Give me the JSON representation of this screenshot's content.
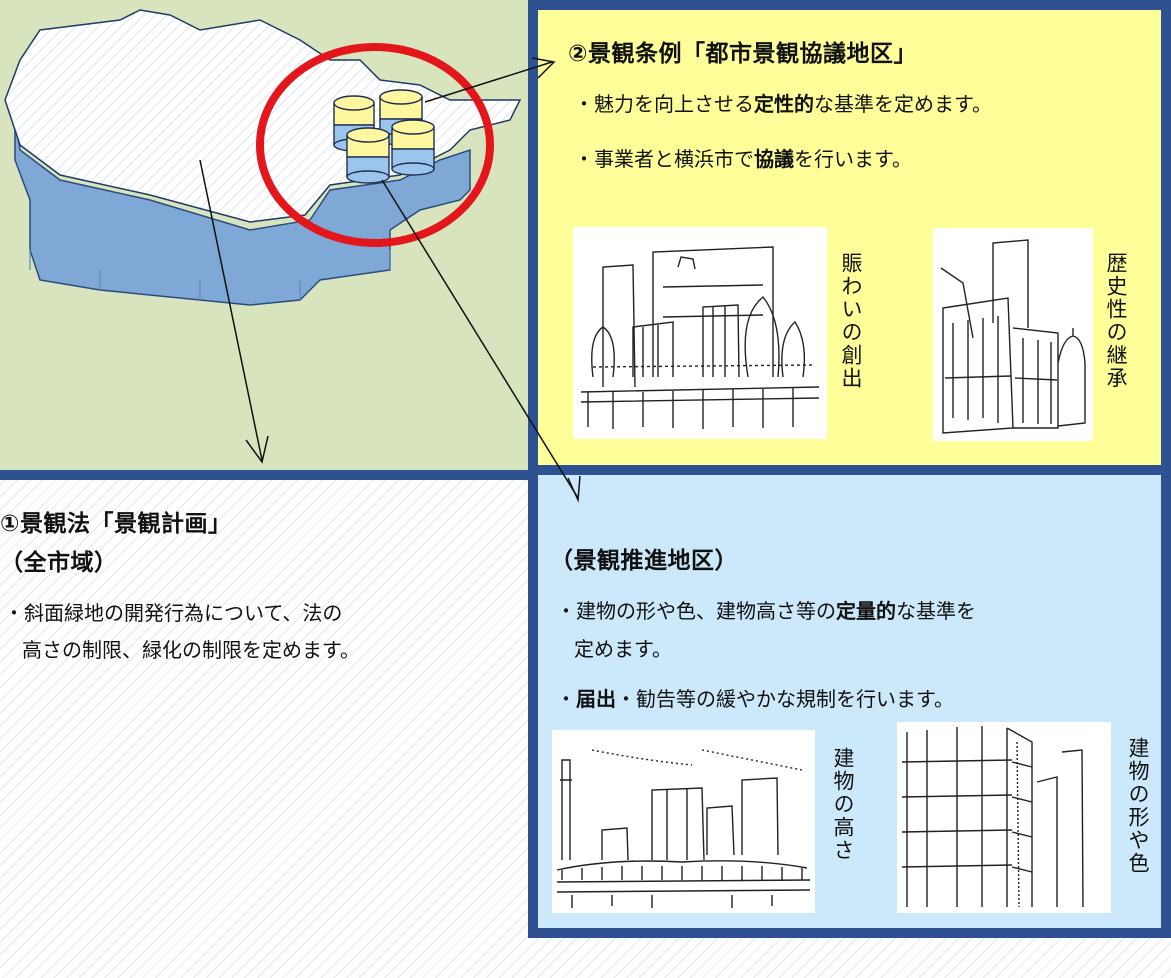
{
  "landscape_ordinance": {
    "title": "②景観条例「都市景観協議地区」",
    "bullet1": {
      "prefix": "・魅力を向上させる",
      "emphasis": "定性的",
      "suffix": "な基準を定めます。"
    },
    "bullet2": {
      "prefix": "・事業者と横浜市で",
      "emphasis": "協議",
      "suffix": "を行います。"
    },
    "sketch1_caption": "賑わいの創出",
    "sketch2_caption": "歴史性の継承"
  },
  "landscape_law": {
    "title_line1": "①景観法「景観計画」",
    "title_line2": "（全市域）",
    "bullet_line1": "・斜面緑地の開発行為について、法の",
    "bullet_line2": "高さの制限、緑化の制限を定めます。"
  },
  "promotion_district": {
    "title": "（景観推進地区）",
    "bullet1_line1_prefix": "・建物の形や色、建物高さ等の",
    "bullet1_emphasis": "定量的",
    "bullet1_line1_suffix": "な基準を",
    "bullet1_line2": "定めます。",
    "bullet2_prefix": "・",
    "bullet2_emphasis": "届出",
    "bullet2_suffix": "・勧告等の緩やかな規制を行います。",
    "sketch3_caption": "建物の高さ",
    "sketch4_caption": "建物の形や色"
  },
  "colors": {
    "panel_border": "#2e5192",
    "yellow_panel": "#ffff99",
    "blue_panel": "#cce8fb",
    "green_area": "#d7e4bd",
    "highlight_circle": "#e3161b",
    "map_side": "#7fa8d6"
  }
}
